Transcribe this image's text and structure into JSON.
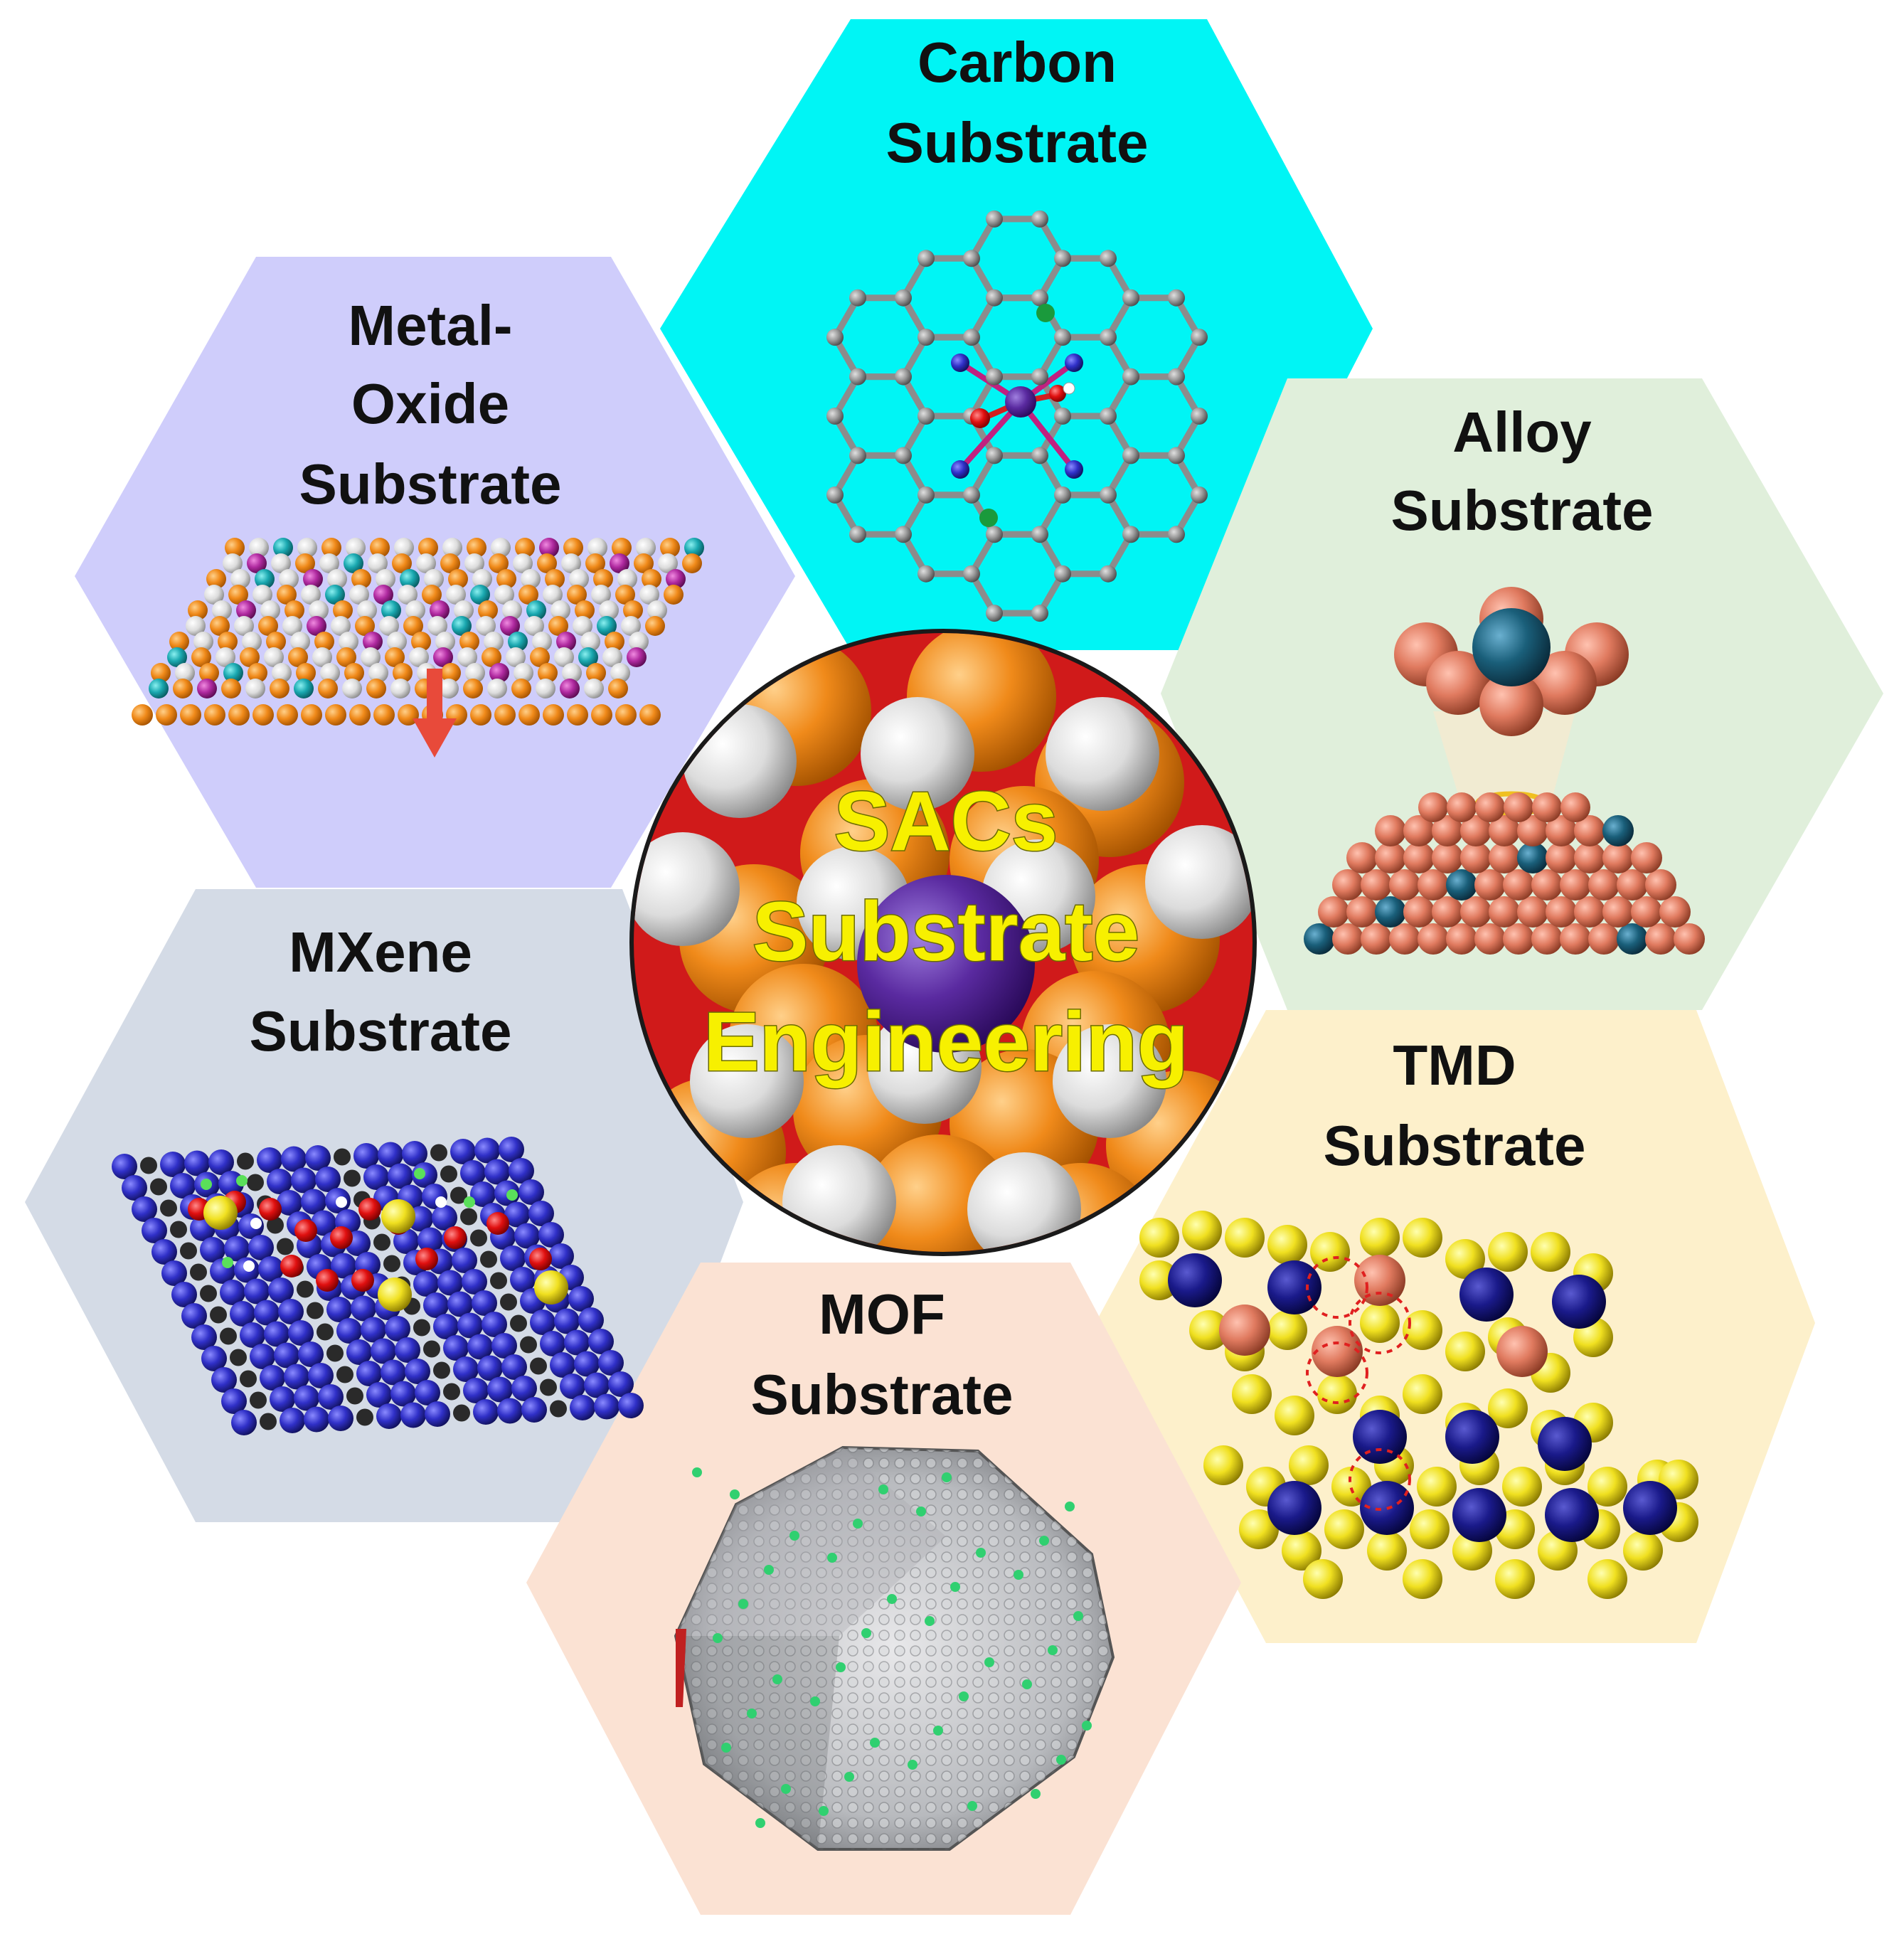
{
  "center": {
    "lines": [
      "SACs",
      "Substrate",
      "Engineering"
    ]
  },
  "hexagons": {
    "carbon": {
      "line1": "Carbon",
      "line2": "Substrate",
      "color": "#00f5f5"
    },
    "metal_oxide": {
      "line1": "Metal-",
      "line2": "Oxide",
      "line3": "Substrate",
      "color": "#cfcdfb"
    },
    "alloy": {
      "line1": "Alloy",
      "line2": "Substrate",
      "color": "#e0efdb"
    },
    "mxene": {
      "line1": "MXene",
      "line2": "Substrate",
      "color": "#d4dbe6"
    },
    "tmd": {
      "line1": "TMD",
      "line2": "Substrate",
      "color": "#fdf0cb"
    },
    "mof": {
      "line1": "MOF",
      "line2": "Substrate",
      "color": "#fbe2d3"
    }
  },
  "atom_colors": {
    "carbon_gray": "#8c8c8c",
    "nitrogen_blue": "#3b3bb0",
    "green_dopant": "#1a9a3c",
    "oxygen_red": "#d21f1f",
    "metal_purple": "#5a2aa0",
    "orange": "#f08a1a",
    "white": "#e8e8e8",
    "teal": "#1aa8b0",
    "magenta": "#b02aa0",
    "salmon": "#e07a5f",
    "dark_teal": "#1a5f7a",
    "blue": "#3030c8",
    "yellow": "#f0e020",
    "black": "#2a2a2a"
  }
}
